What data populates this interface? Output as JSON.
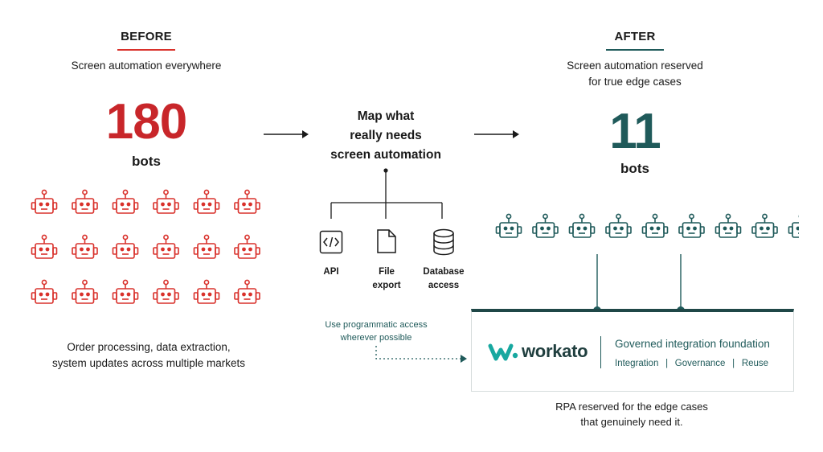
{
  "before": {
    "heading": "BEFORE",
    "subtitle": "Screen automation everywhere",
    "count": "180",
    "unit": "bots",
    "robot_rows": 3,
    "robot_cols": 6,
    "robot_color": "#d9312b",
    "description_line1": "Order processing, data extraction,",
    "description_line2": "system updates across multiple markets"
  },
  "middle": {
    "title_line1": "Map what",
    "title_line2": "really needs",
    "title_line3": "screen automation",
    "options": [
      {
        "label_line1": "API",
        "label_line2": "",
        "icon": "code-icon"
      },
      {
        "label_line1": "File",
        "label_line2": "export",
        "icon": "file-icon"
      },
      {
        "label_line1": "Database",
        "label_line2": "access",
        "icon": "database-icon"
      }
    ],
    "note_line1": "Use programmatic access",
    "note_line2": "wherever possible"
  },
  "after": {
    "heading": "AFTER",
    "subtitle_line1": "Screen automation reserved",
    "subtitle_line2": "for true edge cases",
    "count": "11",
    "unit": "bots",
    "robot_color": "#1f5a5a",
    "description_line1": "RPA reserved for the edge cases",
    "description_line2": "that genuinely need it."
  },
  "platform": {
    "logo_text": "workato",
    "title": "Governed integration foundation",
    "items": [
      "Integration",
      "Governance",
      "Reuse"
    ],
    "separator": "|"
  },
  "colors": {
    "red": "#d9312b",
    "teal": "#1f5a5a",
    "logo_teal": "#17a8a0"
  }
}
